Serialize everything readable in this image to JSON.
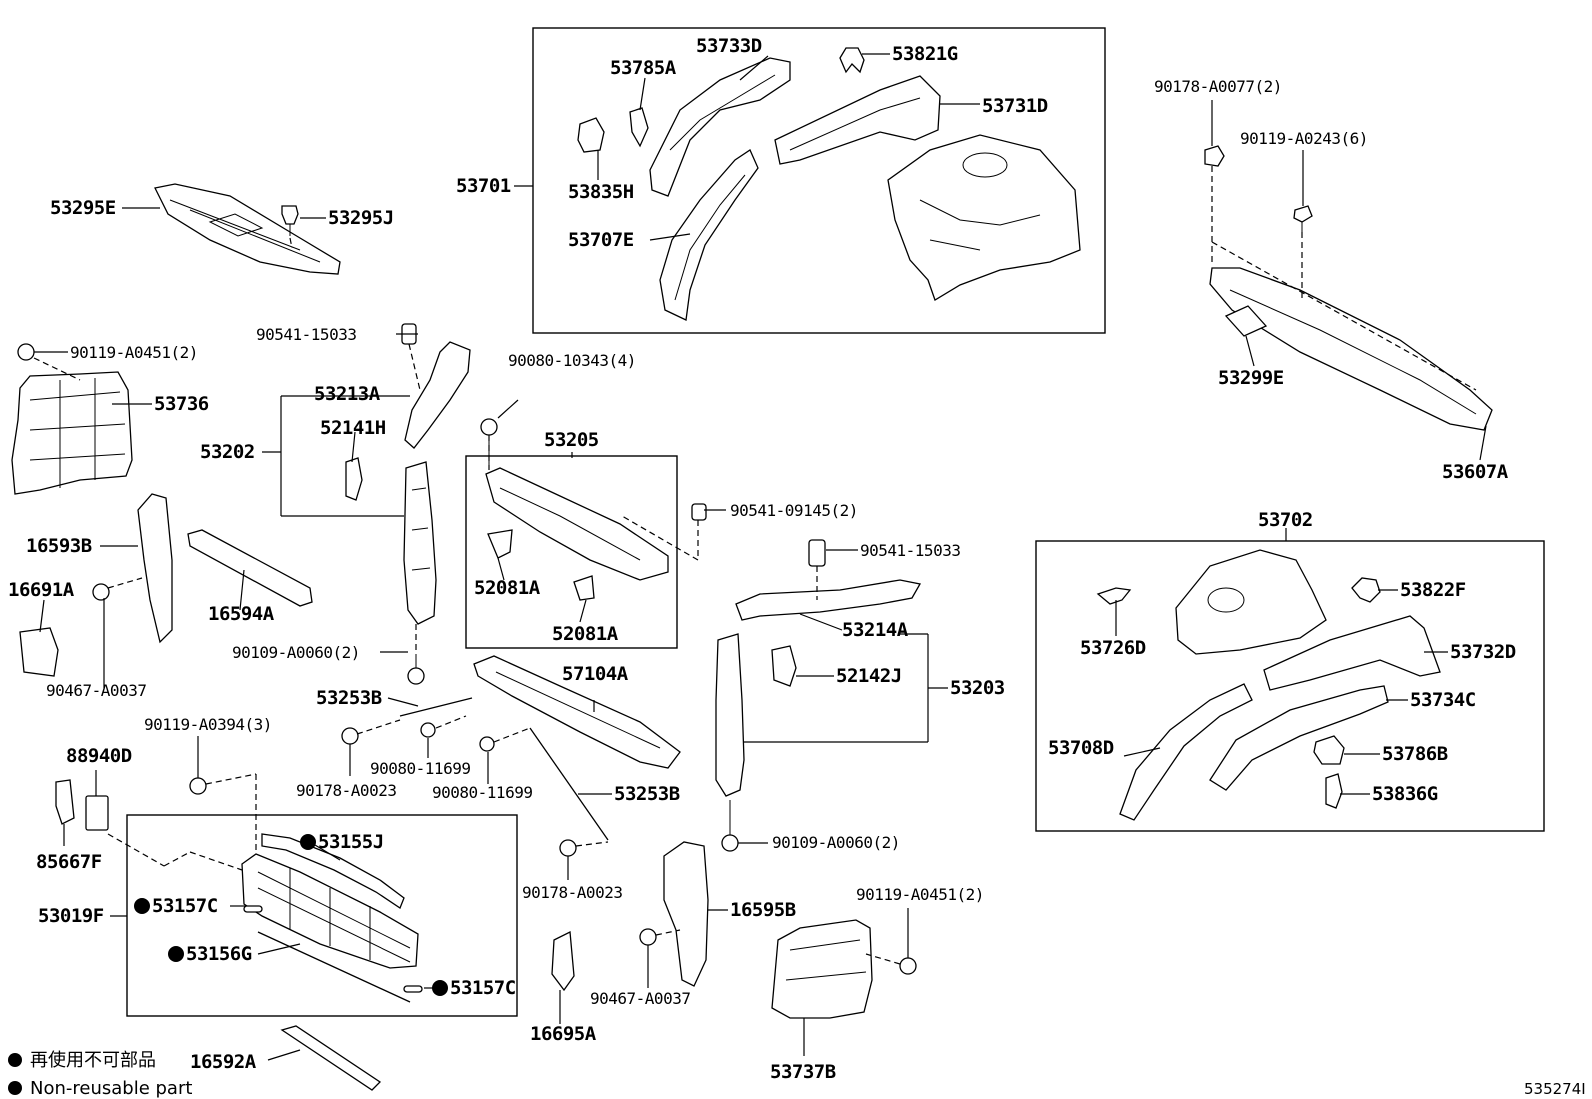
{
  "parts": {
    "p53295E": "53295E",
    "p53295J": "53295J",
    "p53701": "53701",
    "p53733D": "53733D",
    "p53785A": "53785A",
    "p53821G": "53821G",
    "p53731D": "53731D",
    "p53835H": "53835H",
    "p53707E": "53707E",
    "p90178_A0077": "90178-A0077(2)",
    "p90119_A0243": "90119-A0243(6)",
    "p53299E": "53299E",
    "p53607A": "53607A",
    "p90119_A0451_a": "90119-A0451(2)",
    "p53736": "53736",
    "p90541_15033_a": "90541-15033",
    "p53213A": "53213A",
    "p52141H": "52141H",
    "p53202": "53202",
    "p90080_10343": "90080-10343(4)",
    "p53205": "53205",
    "p90541_09145": "90541-09145(2)",
    "p52081A_a": "52081A",
    "p52081A_b": "52081A",
    "p53702": "53702",
    "p16593B": "16593B",
    "p16691A": "16691A",
    "p16594A": "16594A",
    "p90467_A0037_a": "90467-A0037",
    "p90109_A0060_a": "90109-A0060(2)",
    "p90541_15033_b": "90541-15033",
    "p53214A": "53214A",
    "p52142J": "52142J",
    "p53203": "53203",
    "p53822F": "53822F",
    "p53726D": "53726D",
    "p53732D": "53732D",
    "p53734C": "53734C",
    "p53708D": "53708D",
    "p53786B": "53786B",
    "p53836G": "53836G",
    "p53253B_a": "53253B",
    "p57104A": "57104A",
    "p90119_A0394": "90119-A0394(3)",
    "p90080_11699_a": "90080-11699",
    "p90080_11699_b": "90080-11699",
    "p90178_A0023_a": "90178-A0023",
    "p53253B_b": "53253B",
    "p88940D": "88940D",
    "p85667F": "85667F",
    "p53155J": "53155J",
    "p53019F": "53019F",
    "p53157C_a": "53157C",
    "p53156G": "53156G",
    "p53157C_b": "53157C",
    "p90178_A0023_b": "90178-A0023",
    "p90109_A0060_b": "90109-A0060(2)",
    "p16595B": "16595B",
    "p90119_A0451_b": "90119-A0451(2)",
    "p90467_A0037_b": "90467-A0037",
    "p16695A": "16695A",
    "p53737B": "53737B",
    "p16592A": "16592A"
  },
  "legend": {
    "jp": "再使用不可部品",
    "en": "Non-reusable part"
  },
  "ref_number": "535274I"
}
